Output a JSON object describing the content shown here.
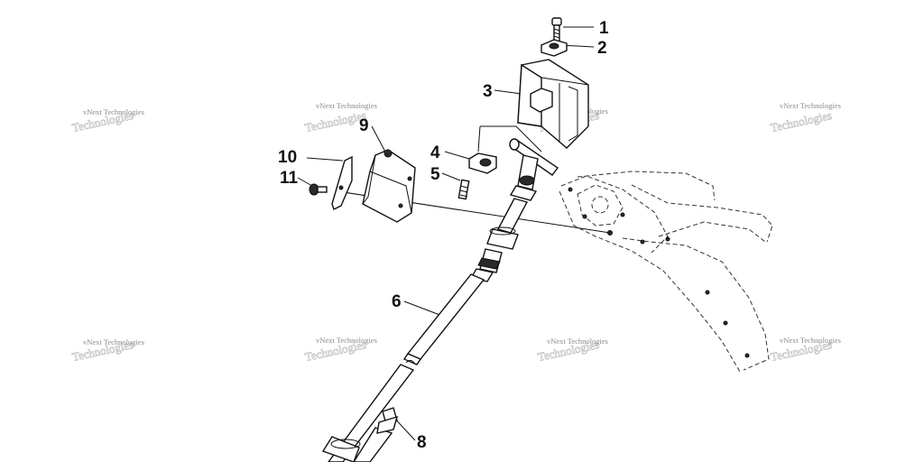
{
  "watermark": {
    "text": "vNext Technologies",
    "logo_text": "Technologies"
  },
  "callouts": [
    "1",
    "2",
    "3",
    "4",
    "5",
    "6",
    "8",
    "9",
    "10",
    "11"
  ],
  "colors": {
    "ink": "#111111",
    "watermark": "#8a8a8a",
    "background": "#ffffff"
  }
}
